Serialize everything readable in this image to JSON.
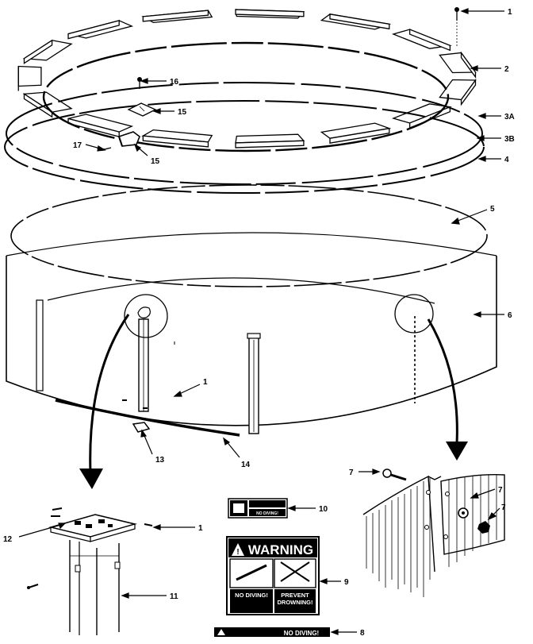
{
  "callouts": {
    "c1_top": "1",
    "c2": "2",
    "c3a": "3A",
    "c3b": "3B",
    "c4": "4",
    "c5": "5",
    "c6": "6",
    "c1_mid": "1",
    "c13": "13",
    "c14": "14",
    "c15a": "15",
    "c15b": "15",
    "c16": "16",
    "c17": "17",
    "c7a": "7",
    "c7b": "7",
    "c7c": "7",
    "c10": "10",
    "c9": "9",
    "c8": "8",
    "c12": "12",
    "c1_bottom": "1",
    "c11": "11"
  },
  "signs": {
    "small_label": "NO DIVING!",
    "warning_title": "WARNING",
    "left_panel": "NO DIVING!",
    "right_panel_line1": "PREVENT",
    "right_panel_line2": "DROWNING!",
    "strip_label": "NO DIVING!"
  }
}
